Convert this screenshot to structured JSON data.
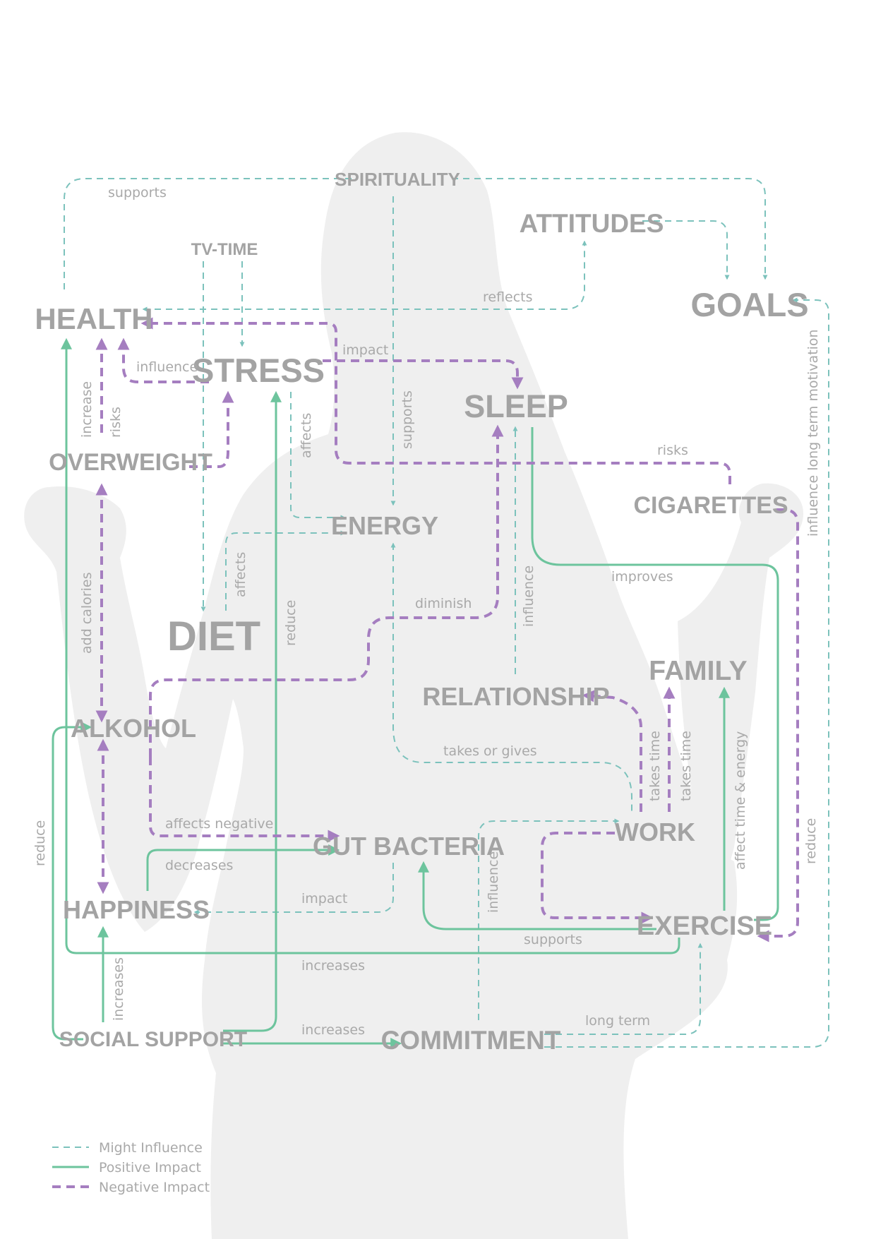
{
  "colors": {
    "might_influence": "#7cc2bc",
    "positive_impact": "#6dc49d",
    "negative_impact": "#a57ec0",
    "node_text": "#a3a3a3",
    "silhouette": "#efefef"
  },
  "nodes": {
    "spirituality": "SPIRITUALITY",
    "attitudes": "ATTITUDES",
    "goals": "GOALS",
    "tv_time": "TV-TIME",
    "health": "HEALTH",
    "stress": "STRESS",
    "sleep": "SLEEP",
    "overweight": "OVERWEIGHT",
    "cigarettes": "CIGARETTES",
    "energy": "ENERGY",
    "diet": "DIET",
    "family": "FAMILY",
    "relationship": "RELATIONSHIP",
    "alkohol": "ALKOHOL",
    "work": "WORK",
    "gut_bacteria": "GUT BACTERIA",
    "happiness": "HAPPINESS",
    "exercise": "EXERCISE",
    "social_support": "SOCIAL SUPPORT",
    "commitment": "COMMITMENT"
  },
  "edge_labels": {
    "supports_top": "supports",
    "reflects": "reflects",
    "impact_stress_sleep": "impact",
    "influence_stress_health": "influence",
    "increase": "increase",
    "risks_overweight": "risks",
    "affects_stress_energy": "affects",
    "supports_spirituality_energy": "supports",
    "risks_cigarettes": "risks",
    "influence_long_term_motivation": "influence long term motivation",
    "improves": "improves",
    "affects_diet_energy": "affects",
    "diminish": "diminish",
    "influence_relationship_sleep": "influence",
    "add_calories": "add calories",
    "reduce_social_stress": "reduce",
    "takes_or_gives": "takes or gives",
    "takes_time_1": "takes time",
    "takes_time_2": "takes time",
    "affect_time_energy": "affect time & energy",
    "affects_negative": "affects negative",
    "decreases": "decreases",
    "reduce_social_alkohol": "reduce",
    "reduce_exercise_cigarettes": "reduce",
    "impact_gut_happiness": "impact",
    "influence_commitment_work": "influence",
    "supports_exercise_gut": "supports",
    "increases_exercise_health": "increases",
    "increases_social_happiness": "increases",
    "long_term": "long term",
    "increases_social_commitment": "increases"
  },
  "legend": [
    {
      "label": "Might Influence",
      "style": "dashed-thin"
    },
    {
      "label": "Positive Impact",
      "style": "solid"
    },
    {
      "label": "Negative Impact",
      "style": "dashed-thick"
    }
  ]
}
